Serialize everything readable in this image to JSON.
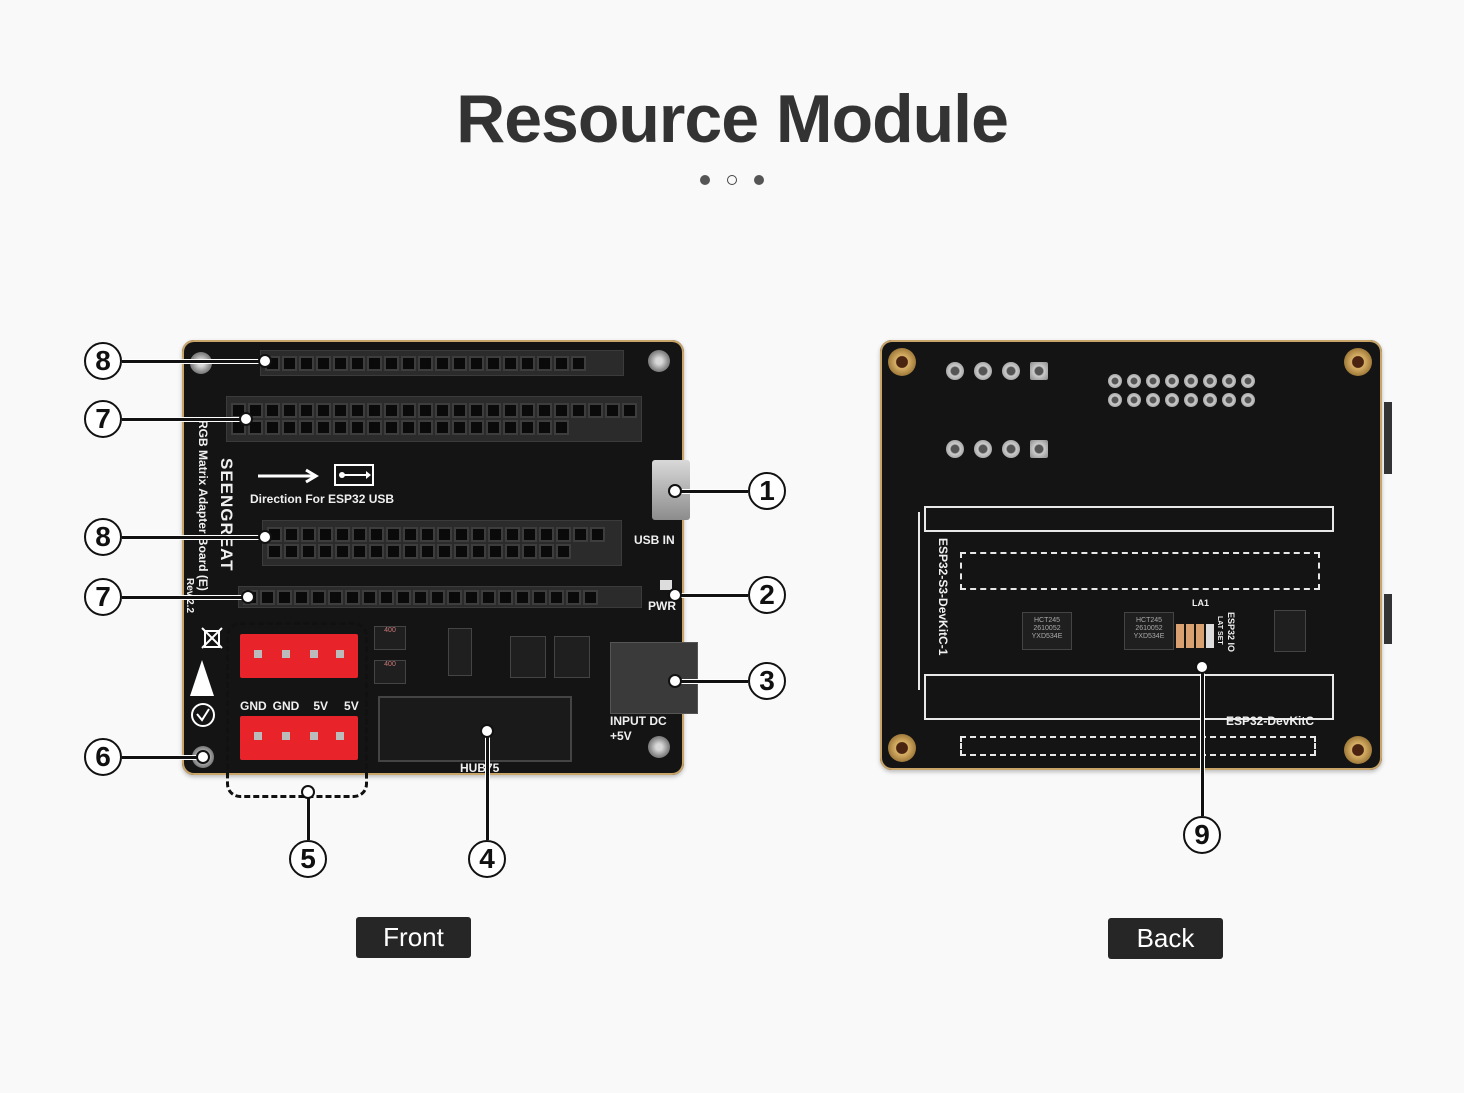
{
  "page": {
    "title": "Resource Module",
    "carousel": {
      "total": 3,
      "active_index": 1
    }
  },
  "front": {
    "label": "Front",
    "silkscreen": {
      "brand": "SEENGREAT",
      "board_name": "RGB Matrix Adapter Board (E)",
      "revision": "Rev 2.2",
      "direction_text": "Direction For ESP32 USB",
      "usb_in": "USB IN",
      "pwr": "PWR",
      "input_dc": "INPUT DC",
      "input_dc_voltage": "+5V",
      "hub75": "HUB75",
      "power_pins": [
        "GND",
        "GND",
        "5V",
        "5V"
      ],
      "fuse_marking": "400"
    },
    "callouts": [
      {
        "number": "8",
        "target": "top-single-header"
      },
      {
        "number": "7",
        "target": "top-double-header"
      },
      {
        "number": "8",
        "target": "middle-double-header"
      },
      {
        "number": "7",
        "target": "bottom-single-header"
      },
      {
        "number": "1",
        "target": "usb-in-port"
      },
      {
        "number": "2",
        "target": "pwr-led"
      },
      {
        "number": "3",
        "target": "dc-input-jack"
      },
      {
        "number": "6",
        "target": "mounting-screw"
      },
      {
        "number": "5",
        "target": "power-output-connectors"
      },
      {
        "number": "4",
        "target": "hub75-connector"
      }
    ]
  },
  "back": {
    "label": "Back",
    "silkscreen": {
      "s3_label": "ESP32-S3-DevKitC-1",
      "devkit_label": "ESP32-DevKitC",
      "jumper_label": "ESP32 IO",
      "jumper_sub": "LAT SET",
      "la_label": "LA1",
      "chip_marking": "HCT245",
      "chip_code": "2610052",
      "chip_lot": "YXD534E"
    },
    "callouts": [
      {
        "number": "9",
        "target": "lat-jumper"
      }
    ]
  },
  "icons": {
    "usb": "usb-icon",
    "arrow": "arrow-right-icon",
    "weee": "weee-bin-icon",
    "esd": "esd-warning-icon"
  },
  "colors": {
    "background": "#f9f9f9",
    "title": "#333333",
    "pcb": "#141414",
    "connector_red": "#e8242a",
    "label_bg": "#262626",
    "board_edge": "#c9a56a"
  }
}
